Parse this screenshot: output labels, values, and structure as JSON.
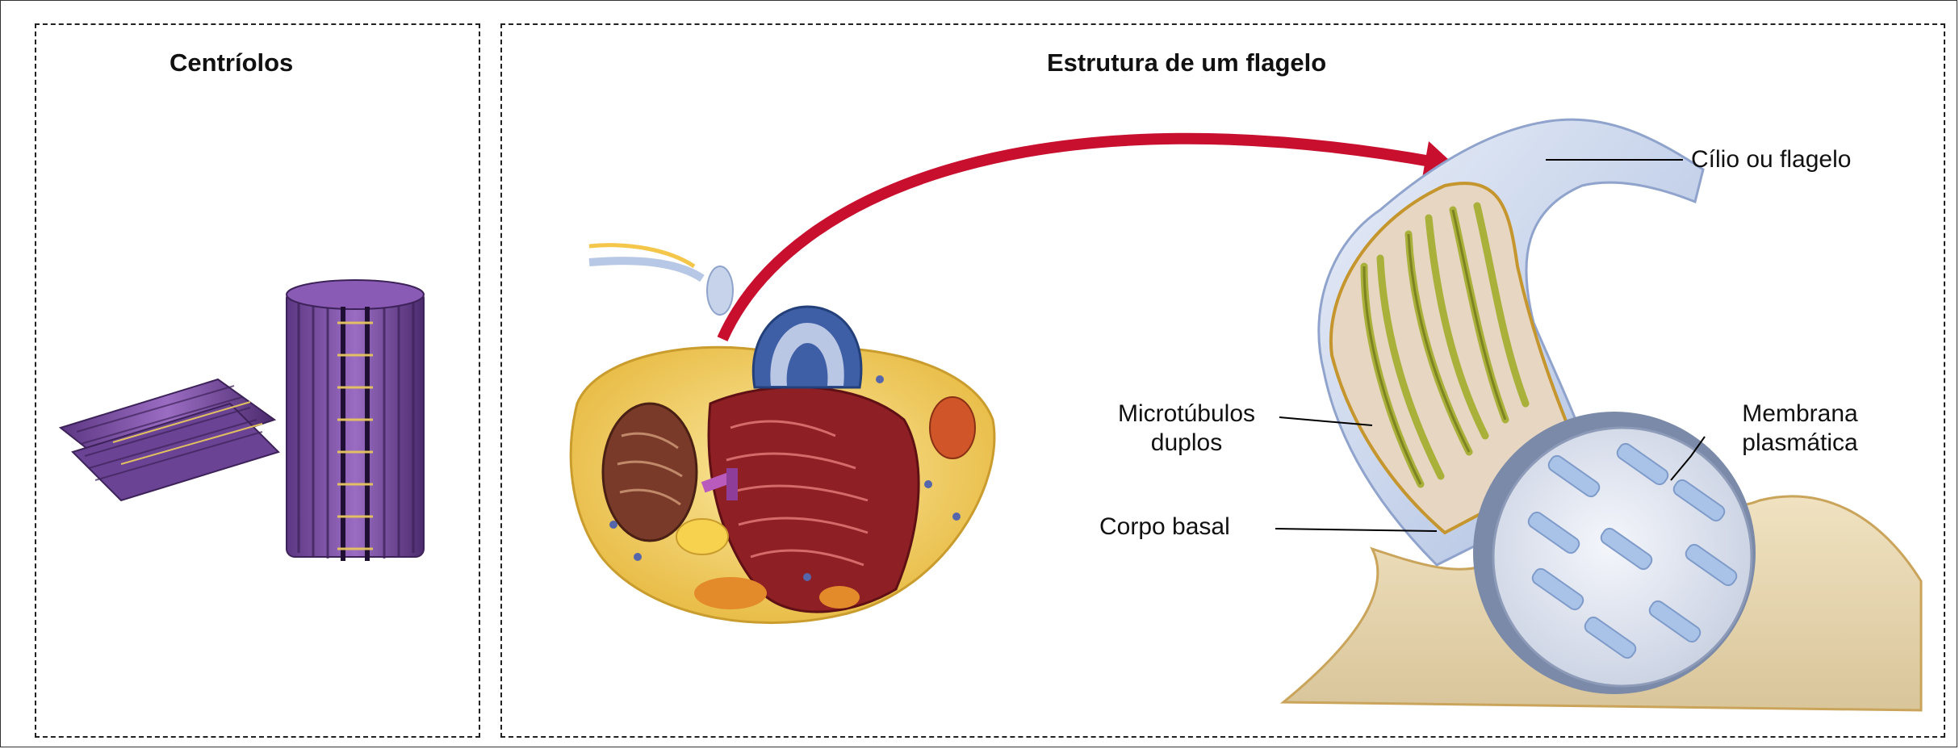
{
  "panels": {
    "left": {
      "title": "Centríolos"
    },
    "right": {
      "title": "Estrutura de um flagelo"
    }
  },
  "labels": {
    "cilium": "Cílio ou flagelo",
    "microtubules_line1": "Microtúbulos",
    "microtubules_line2": "duplos",
    "basal_body": "Corpo basal",
    "membrane_line1": "Membrana",
    "membrane_line2": "plasmática"
  },
  "colors": {
    "centriole": "#7a4fa0",
    "centriole_dark": "#4c2b6e",
    "arrow": "#c8102e",
    "cell_cytoplasm": "#f2d46a",
    "er": "#8e1f24",
    "nucleus": "#3e5fa6",
    "flagellum": "#c7d3ea",
    "microtubule": "#a9b13a",
    "membrane": "#e8d6b0"
  }
}
